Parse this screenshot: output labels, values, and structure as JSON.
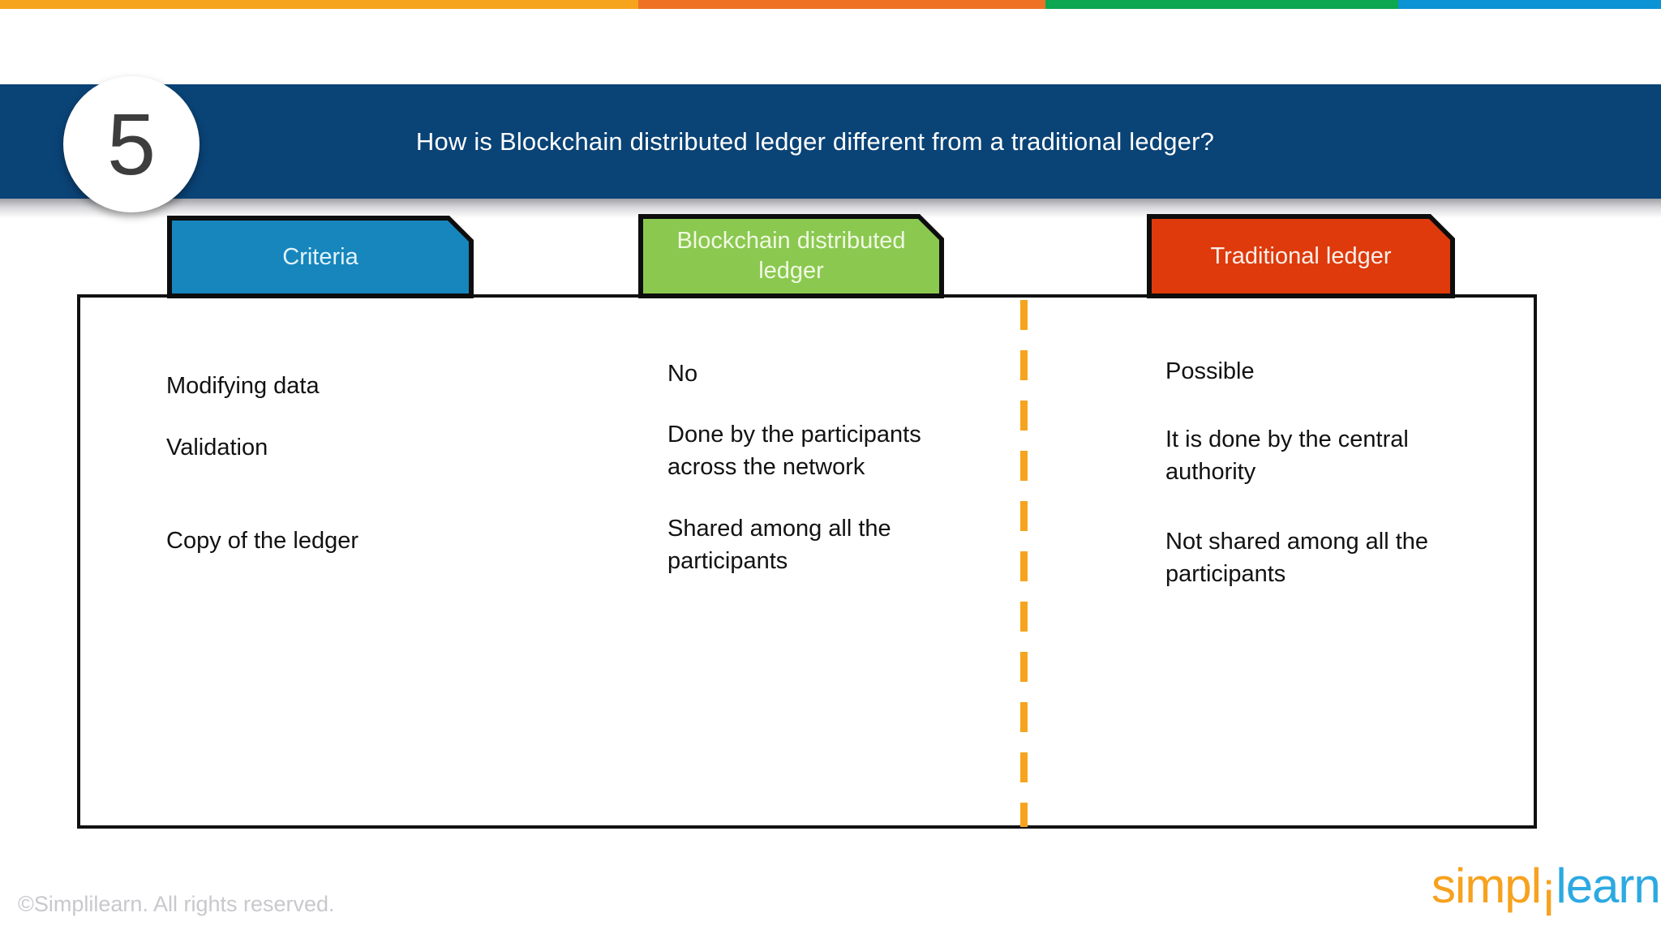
{
  "top_bar": {
    "segments": [
      {
        "name": "amber",
        "color": "#F6A41E"
      },
      {
        "name": "orange",
        "color": "#EF7123"
      },
      {
        "name": "green",
        "color": "#0CA750"
      },
      {
        "name": "blue",
        "color": "#0B93D3"
      }
    ]
  },
  "header": {
    "number": "5",
    "question": "How is Blockchain distributed ledger different from a traditional ledger?",
    "band_color": "#0A4376"
  },
  "table": {
    "tabs": [
      {
        "id": "criteria",
        "label": "Criteria",
        "color": "#1686BD"
      },
      {
        "id": "blockchain",
        "label": "Blockchain distributed ledger",
        "color": "#8BC84F"
      },
      {
        "id": "traditional",
        "label": "Traditional ledger",
        "color": "#DE3A0C"
      }
    ],
    "divider_color": "#F6A41E",
    "rows": [
      {
        "criteria": "Modifying data",
        "blockchain": "No",
        "traditional": "Possible"
      },
      {
        "criteria": "Validation",
        "blockchain": "Done by the participants across the network",
        "traditional": "It is done by the central authority"
      },
      {
        "criteria": "Copy of the ledger",
        "blockchain": "Shared among all the participants",
        "traditional": "Not shared among all the participants"
      }
    ]
  },
  "footer": {
    "copyright": "©Simplilearn. All rights reserved.",
    "logo": {
      "part1": "simpl",
      "part2": "i",
      "part3": "learn",
      "orange": "#F6A21F",
      "blue": "#2CA9E1"
    }
  }
}
